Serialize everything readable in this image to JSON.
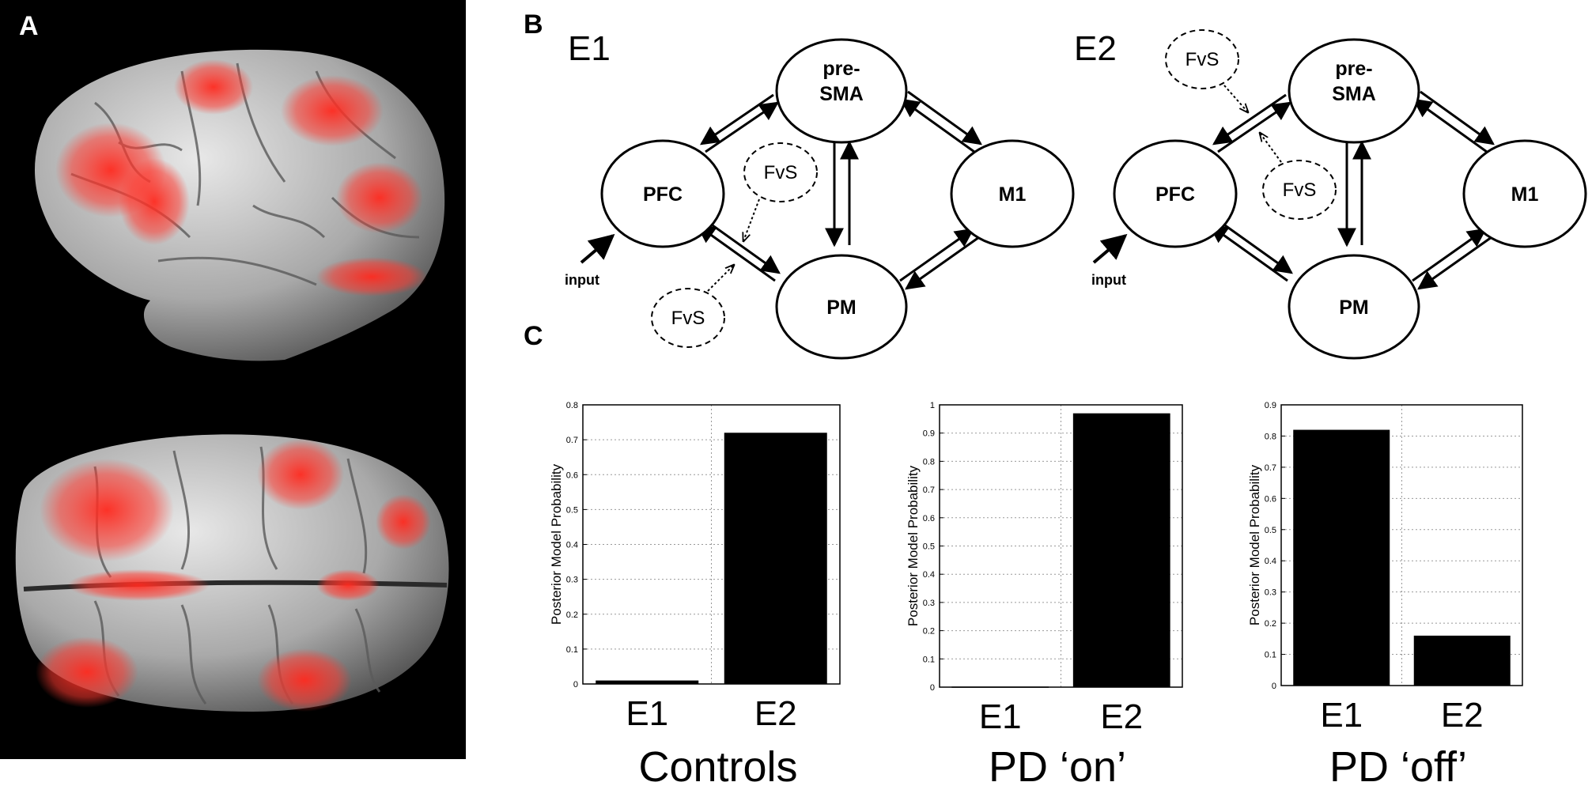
{
  "panels": {
    "a": "A",
    "b": "B",
    "c": "C"
  },
  "networks": [
    {
      "model": "E1",
      "nodes": {
        "pfc": "PFC",
        "presma_line1": "pre-",
        "presma_line2": "SMA",
        "m1": "M1",
        "pm": "PM"
      },
      "input": "input",
      "modulators": [
        "FvS",
        "FvS"
      ]
    },
    {
      "model": "E2",
      "nodes": {
        "pfc": "PFC",
        "presma_line1": "pre-",
        "presma_line2": "SMA",
        "m1": "M1",
        "pm": "PM"
      },
      "input": "input",
      "modulators": [
        "FvS",
        "FvS"
      ]
    }
  ],
  "colors": {
    "bar": "#000000",
    "activation": "#ff2a1f",
    "brain_bg": "#000000"
  },
  "chart_data": [
    {
      "type": "bar",
      "title": "Controls",
      "ylabel": "Posterior Model Probability",
      "categories": [
        "E1",
        "E2"
      ],
      "values": [
        0.01,
        0.72
      ],
      "ylim": [
        0,
        0.8
      ],
      "yticks": [
        "0",
        "0.1",
        "0.2",
        "0.3",
        "0.4",
        "0.5",
        "0.6",
        "0.7",
        "0.8"
      ],
      "grid": true
    },
    {
      "type": "bar",
      "title": "PD ‘on’",
      "ylabel": "Posterior Model Probability",
      "categories": [
        "E1",
        "E2"
      ],
      "values": [
        0.002,
        0.97
      ],
      "ylim": [
        0,
        1
      ],
      "yticks": [
        "0",
        "0.1",
        "0.2",
        "0.3",
        "0.4",
        "0.5",
        "0.6",
        "0.7",
        "0.8",
        "0.9",
        "1"
      ],
      "grid": true
    },
    {
      "type": "bar",
      "title": "PD ‘off’",
      "ylabel": "Posterior Model Probability",
      "categories": [
        "E1",
        "E2"
      ],
      "values": [
        0.82,
        0.16
      ],
      "ylim": [
        0,
        0.9
      ],
      "yticks": [
        "0",
        "0.1",
        "0.2",
        "0.3",
        "0.4",
        "0.5",
        "0.6",
        "0.7",
        "0.8",
        "0.9"
      ],
      "grid": true
    }
  ]
}
